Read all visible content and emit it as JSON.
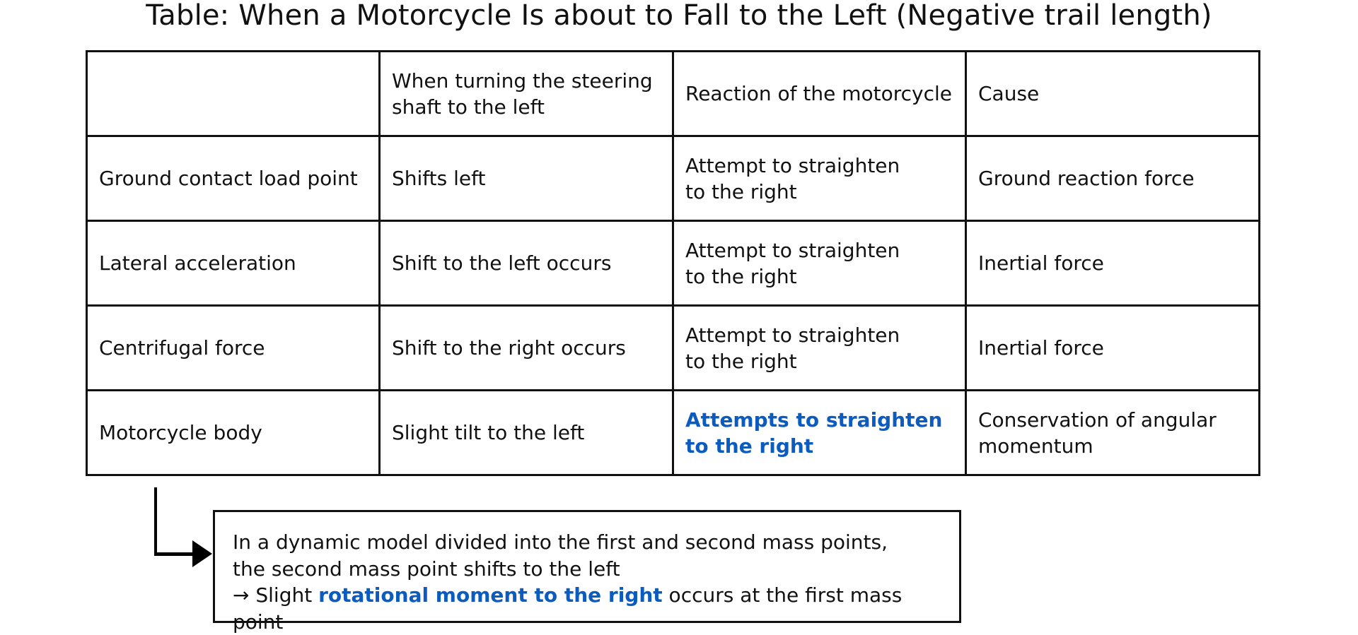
{
  "title": "Table: When a Motorcycle Is about to Fall to the Left (Negative trail length)",
  "table": {
    "headers": [
      "",
      "When turning the steering shaft to the left",
      "Reaction of the motorcycle",
      "Cause"
    ],
    "rows": [
      [
        "Ground contact load point",
        "Shifts left",
        "Attempt to straighten to the right",
        "Ground reaction force"
      ],
      [
        "Lateral acceleration",
        "Shift to the left occurs",
        "Attempt to straighten to the right",
        "Inertial force"
      ],
      [
        "Centrifugal force",
        "Shift to the right occurs",
        "Attempt to straighten to the right",
        "Inertial force"
      ],
      [
        "Motorcycle body",
        "Slight tilt to the left",
        "Attempts to straighten to the right",
        "Conservation of angular momentum"
      ]
    ],
    "highlighted_cell": {
      "row": 3,
      "col": 2
    }
  },
  "note": {
    "line1": "In a dynamic model divided into the first and second mass points,",
    "line2": "the second mass point shifts to the left",
    "line3_prefix": "→ Slight ",
    "line3_highlight": "rotational moment to the right",
    "line3_suffix": " occurs at the first mass point"
  },
  "colors": {
    "highlight": "#0b5cbe",
    "border": "#111111",
    "text": "#111111"
  }
}
